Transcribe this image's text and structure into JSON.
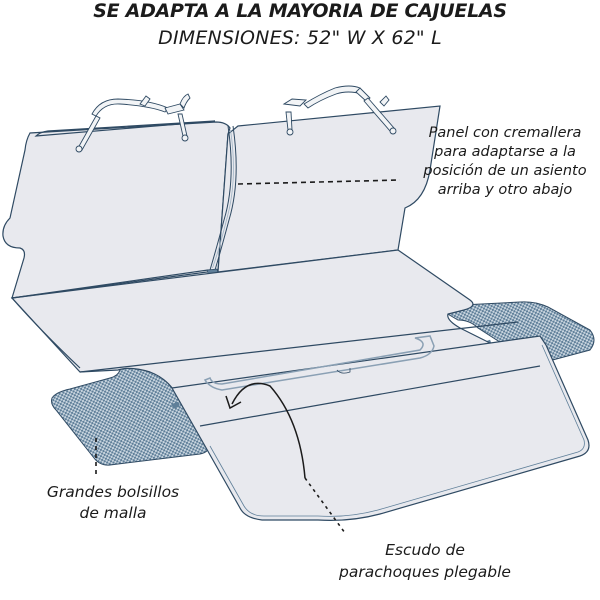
{
  "header": {
    "title": "SE ADAPTA A LA MAYORIA DE CAJUELAS",
    "subtitle": "DIMENSIONES: 52\" W X 62\" L"
  },
  "callouts": {
    "zipper_panel": {
      "lines": [
        "Panel con cremallera",
        "para adaptarse a la",
        "posición de un asiento",
        "arriba y otro abajo"
      ]
    },
    "mesh_pockets": {
      "lines": [
        "Grandes bolsillos",
        "de malla"
      ]
    },
    "bumper_shield": {
      "lines": [
        "Escudo de",
        "parachoques plegable"
      ]
    }
  },
  "colors": {
    "fabric": "#e8e9ee",
    "outline": "#2f4a63",
    "mesh": "#5f7f99",
    "strap": "#f2f4f6",
    "leader": "#1b1b1b"
  }
}
